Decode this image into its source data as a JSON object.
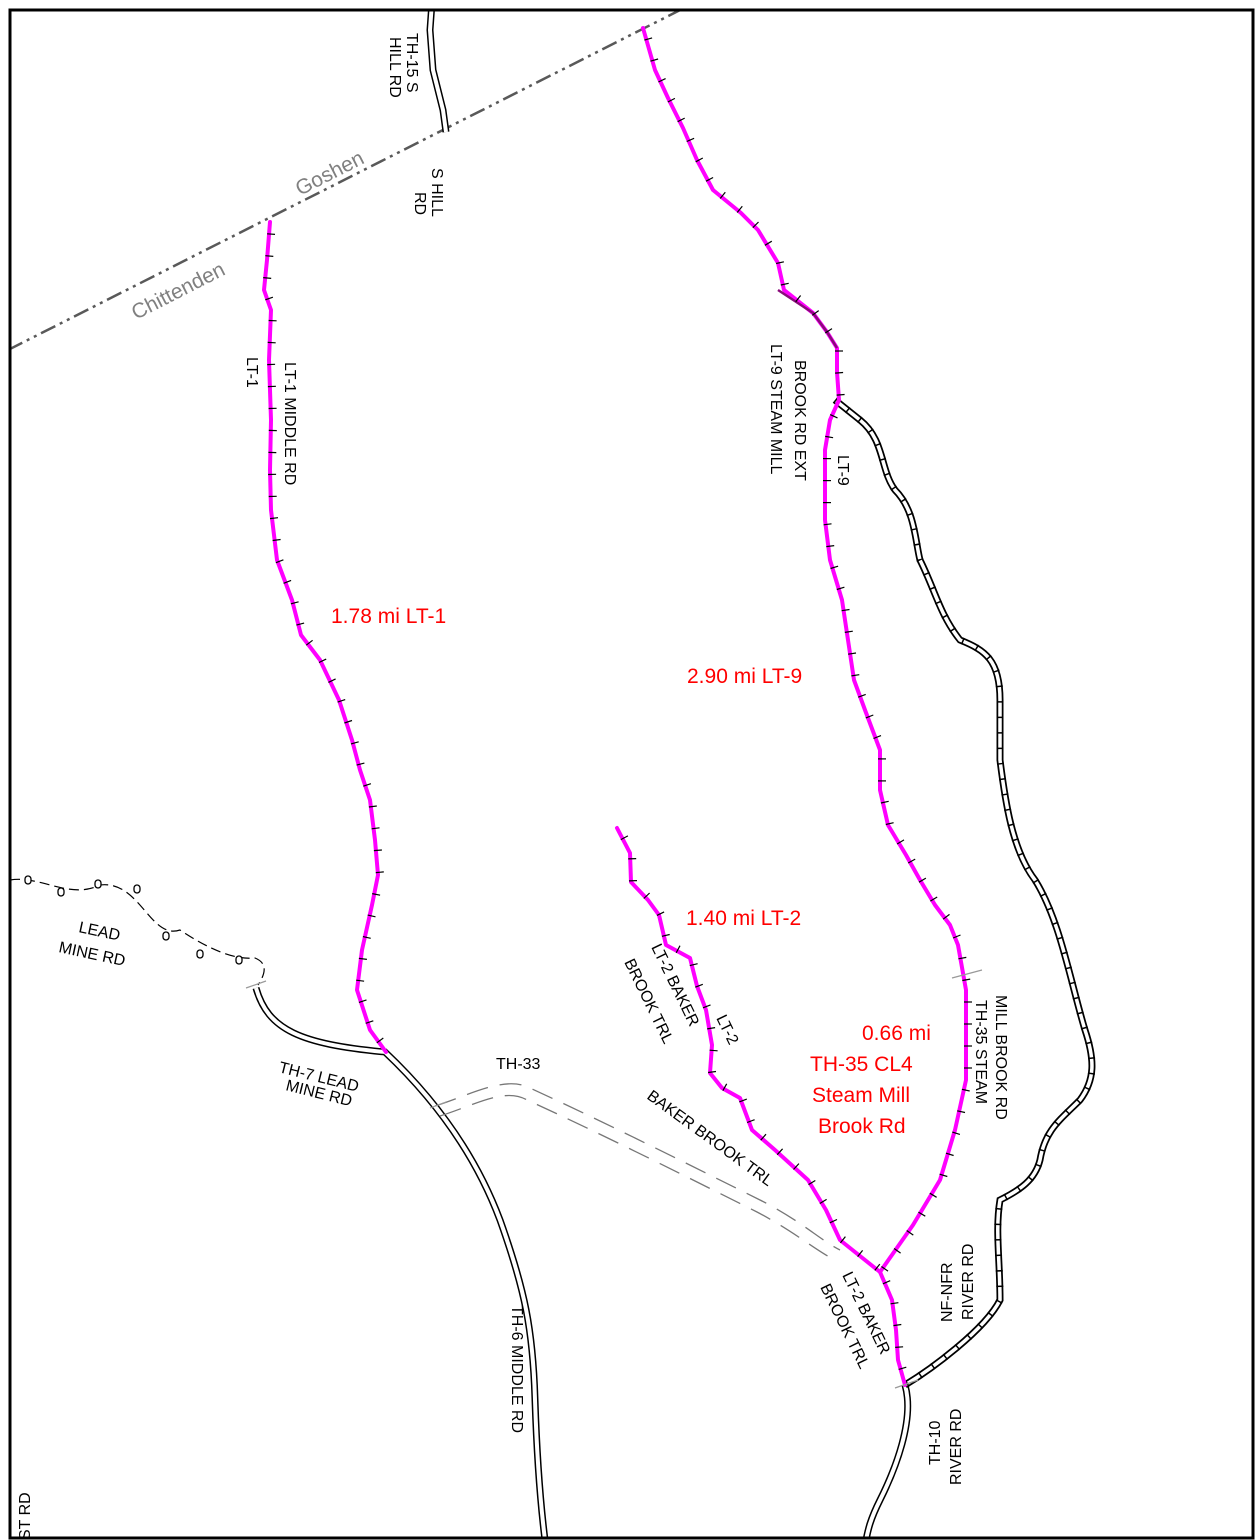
{
  "colors": {
    "trail": "#ff00ff",
    "road": "#000000",
    "town_line": "#595959",
    "town_label": "#808080",
    "distance_label": "#ff0000",
    "frame": "#000000"
  },
  "towns": {
    "north": "Goshen",
    "south": "Chittenden"
  },
  "road_labels": {
    "th15_a": "TH-15 S",
    "th15_b": "HILL RD",
    "shill_a": "S HILL",
    "shill_b": "RD",
    "lt1_short": "LT-1",
    "lt1_middle": "LT-1 MIDDLE RD",
    "lt9_a": "LT-9 STEAM MILL",
    "lt9_b": "BROOK RD EXT",
    "lt9_short": "LT-9",
    "lead_a": "LEAD",
    "lead_b": "MINE RD",
    "th7_a": "TH-7 LEAD",
    "th7_b": "MINE RD",
    "th33": "TH-33",
    "lt2_a": "LT-2 BAKER",
    "lt2_b": "BROOK TRL",
    "lt2_short": "LT-2",
    "baker": "BAKER BROOK TRL",
    "th35_a": "TH-35 STEAM",
    "th35_b": "MILL BROOK RD",
    "nfnfr_a": "NF-NFR",
    "nfnfr_b": "RIVER RD",
    "lt2s_a": "LT-2 BAKER",
    "lt2s_b": "BROOK TRL",
    "th6": "TH-6 MIDDLE RD",
    "th10_a": "TH-10",
    "th10_b": "RIVER RD",
    "st_rd": "ST RD"
  },
  "distance_labels": {
    "lt1": "1.78 mi LT-1",
    "lt9": "2.90 mi LT-9",
    "lt2": "1.40 mi LT-2",
    "th35_l1": "0.66 mi",
    "th35_l2": "TH-35 CL4",
    "th35_l3": "Steam Mill",
    "th35_l4": "Brook Rd"
  }
}
